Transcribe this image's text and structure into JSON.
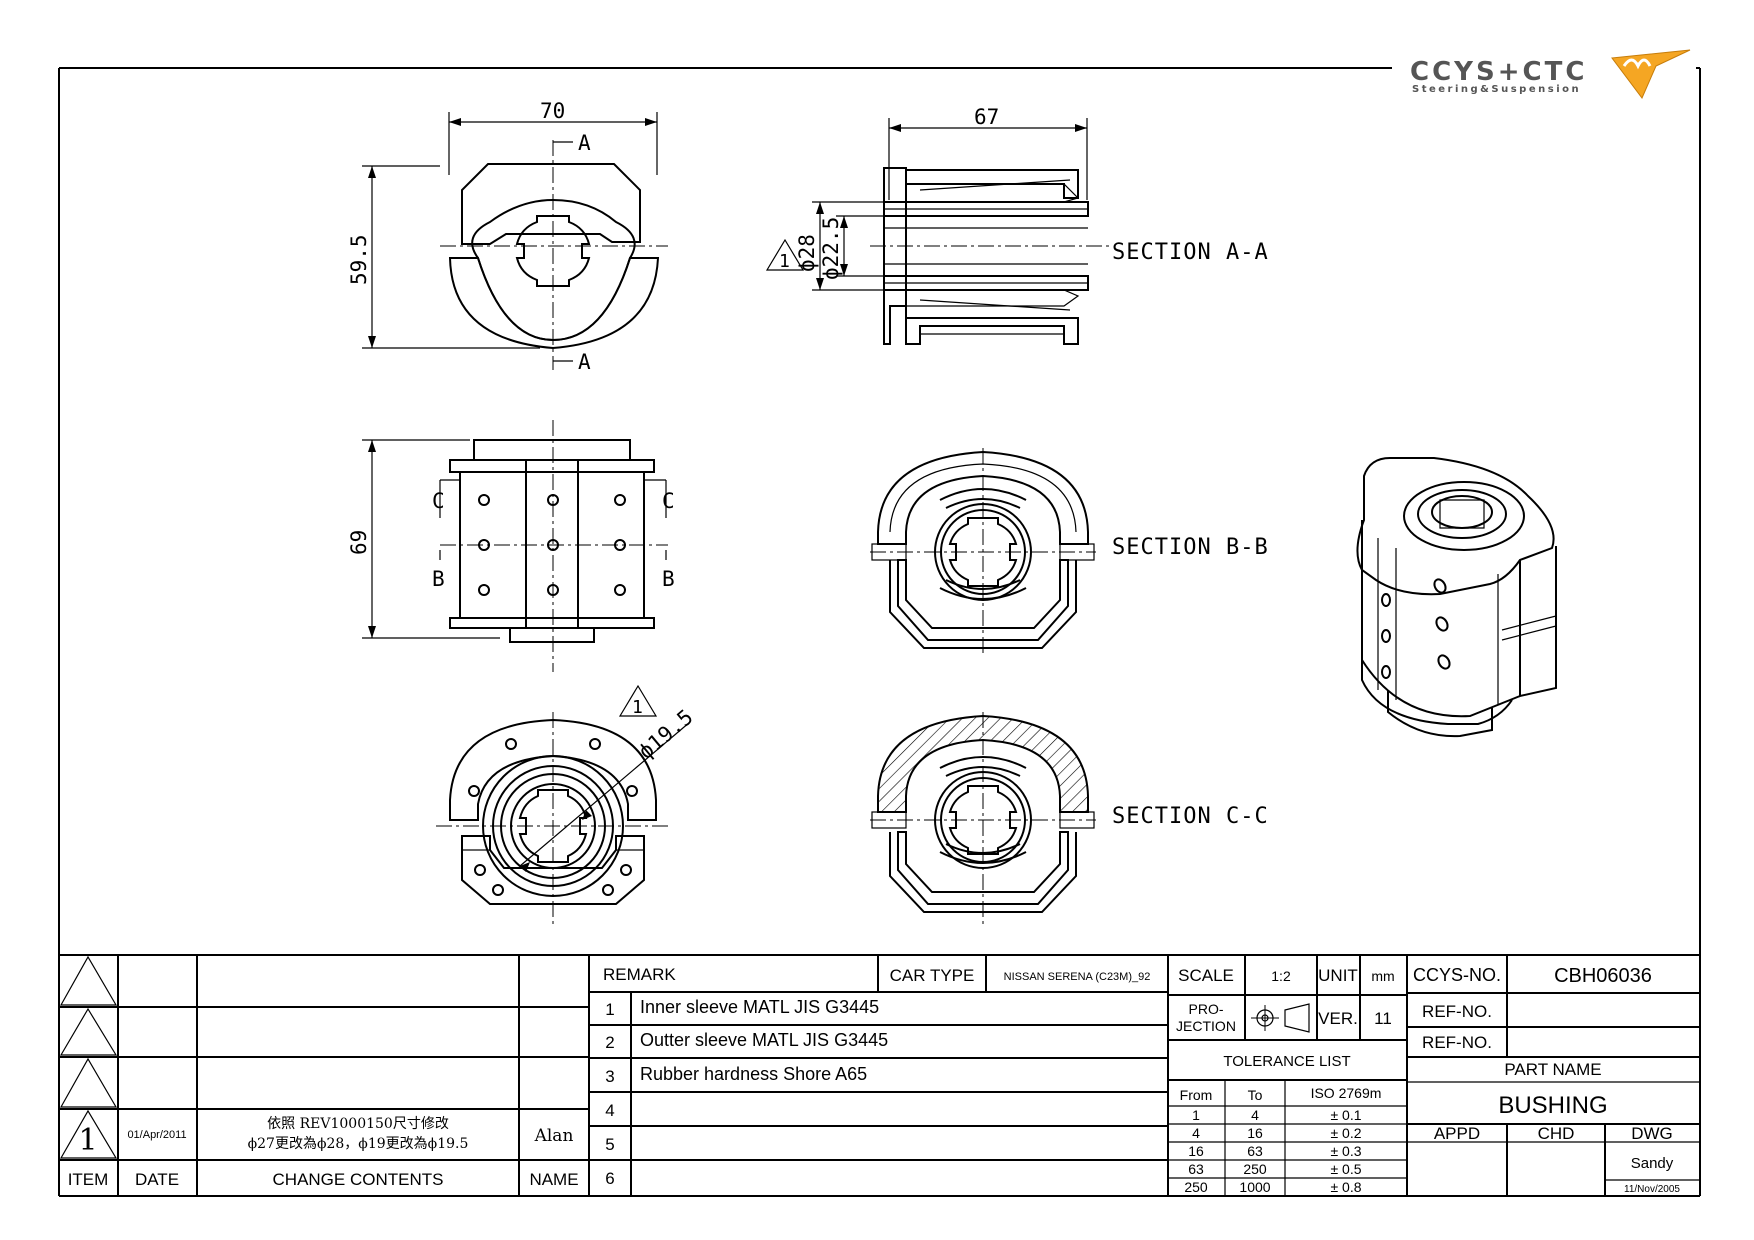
{
  "logo": {
    "brand": "CCYS+CTC",
    "tagline": "Steering&Suspension"
  },
  "views": {
    "front": {
      "width_dim": "70",
      "height_dim": "59.5",
      "section_mark": "A"
    },
    "section_aa": {
      "width_dim": "67",
      "outer_dia": "ϕ28",
      "inner_dia": "ϕ22.5",
      "revision_mark": "1",
      "label": "SECTION A-A"
    },
    "side": {
      "height_dim": "69",
      "mark_c": "C",
      "mark_b": "B"
    },
    "section_bb": {
      "label": "SECTION B-B"
    },
    "end": {
      "dia_dim": "ϕ19.5",
      "revision_mark": "1"
    },
    "section_cc": {
      "label": "SECTION C-C"
    }
  },
  "revision_table": {
    "rows": [
      {
        "item": "",
        "date": "",
        "change": "",
        "name": ""
      },
      {
        "item": "",
        "date": "",
        "change": "",
        "name": ""
      },
      {
        "item": "",
        "date": "",
        "change": "",
        "name": ""
      },
      {
        "item": "1",
        "date": "01/Apr/2011",
        "change_line1": "依照 REV1000150尺寸修改",
        "change_line2": "ϕ27更改為ϕ28，ϕ19更改為ϕ19.5",
        "name": "Alan"
      }
    ],
    "headers": {
      "item": "ITEM",
      "date": "DATE",
      "change": "CHANGE CONTENTS",
      "name": "NAME"
    }
  },
  "remarks": {
    "header": "REMARK",
    "car_type_label": "CAR TYPE",
    "car_type": "NISSAN SERENA (C23M)_92",
    "items": [
      {
        "no": "1",
        "text": "Inner sleeve MATL JIS G3445"
      },
      {
        "no": "2",
        "text": "Outter sleeve MATL JIS G3445"
      },
      {
        "no": "3",
        "text": "Rubber hardness Shore A65"
      },
      {
        "no": "4",
        "text": ""
      },
      {
        "no": "5",
        "text": ""
      },
      {
        "no": "6",
        "text": ""
      }
    ]
  },
  "title_block": {
    "scale_label": "SCALE",
    "scale": "1:2",
    "unit_label": "UNIT",
    "unit": "mm",
    "projection_label_1": "PRO-",
    "projection_label_2": "JECTION",
    "ver_label": "VER.",
    "ver": "11",
    "tolerance_title": "TOLERANCE LIST",
    "tolerance_headers": {
      "from": "From",
      "to": "To",
      "iso": "ISO 2769m"
    },
    "tolerances": [
      {
        "from": "1",
        "to": "4",
        "tol": "± 0.1"
      },
      {
        "from": "4",
        "to": "16",
        "tol": "± 0.2"
      },
      {
        "from": "16",
        "to": "63",
        "tol": "± 0.3"
      },
      {
        "from": "63",
        "to": "250",
        "tol": "± 0.5"
      },
      {
        "from": "250",
        "to": "1000",
        "tol": "± 0.8"
      }
    ],
    "ccys_no_label": "CCYS-NO.",
    "ccys_no": "CBH06036",
    "ref_no_label_1": "REF-NO.",
    "ref_no_label_2": "REF-NO.",
    "part_name_label": "PART NAME",
    "part_name": "BUSHING",
    "appd_label": "APPD",
    "chd_label": "CHD",
    "dwg_label": "DWG",
    "drawn_by": "Sandy",
    "drawn_date": "11/Nov/2005"
  }
}
